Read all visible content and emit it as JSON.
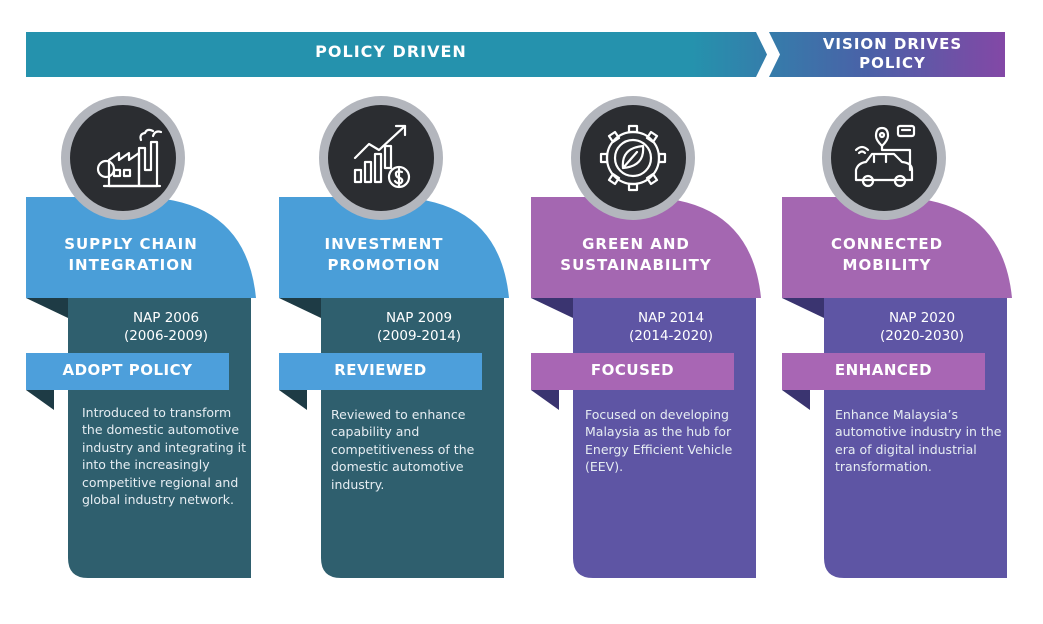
{
  "banner": {
    "left_label": "POLICY DRIVEN",
    "right_label_line1": "VISION DRIVES",
    "right_label_line2": "POLICY"
  },
  "colors": {
    "teal": "#2592ad",
    "purple": "#8348a6",
    "blue_header": "#4a9ed8",
    "blue_tab": "#4d9fdb",
    "purple_header": "#a467b1",
    "teal_body": "#2f5f6e",
    "purple_body": "#5e55a4",
    "icon_circle": "#2b2d31"
  },
  "columns": [
    {
      "icon": "factory-icon",
      "title_line1": "SUPPLY CHAIN",
      "title_line2": "INTEGRATION",
      "nap": "NAP 2006",
      "years": "(2006-2009)",
      "label": "ADOPT POLICY",
      "description": "Introduced to transform the domestic automotive industry and integrating it into the increasingly competitive regional and global industry network."
    },
    {
      "icon": "growth-chart-icon",
      "title_line1": "INVESTMENT",
      "title_line2": "PROMOTION",
      "nap": "NAP 2009",
      "years": "(2009-2014)",
      "label": "REVIEWED",
      "description": "Reviewed to enhance capability and competitiveness of the domestic automotive industry."
    },
    {
      "icon": "gear-leaf-icon",
      "title_line1": "GREEN AND",
      "title_line2": "SUSTAINABILITY",
      "nap": "NAP 2014",
      "years": "(2014-2020)",
      "label": "FOCUSED",
      "description": "Focused on developing Malaysia as the hub for Energy Efficient Vehicle (EEV)."
    },
    {
      "icon": "connected-car-icon",
      "title_line1": "CONNECTED",
      "title_line2": "MOBILITY",
      "nap": "NAP 2020",
      "years": "(2020-2030)",
      "label": "ENHANCED",
      "description": "Enhance Malaysia’s automotive industry in the era of digital industrial transformation."
    }
  ]
}
